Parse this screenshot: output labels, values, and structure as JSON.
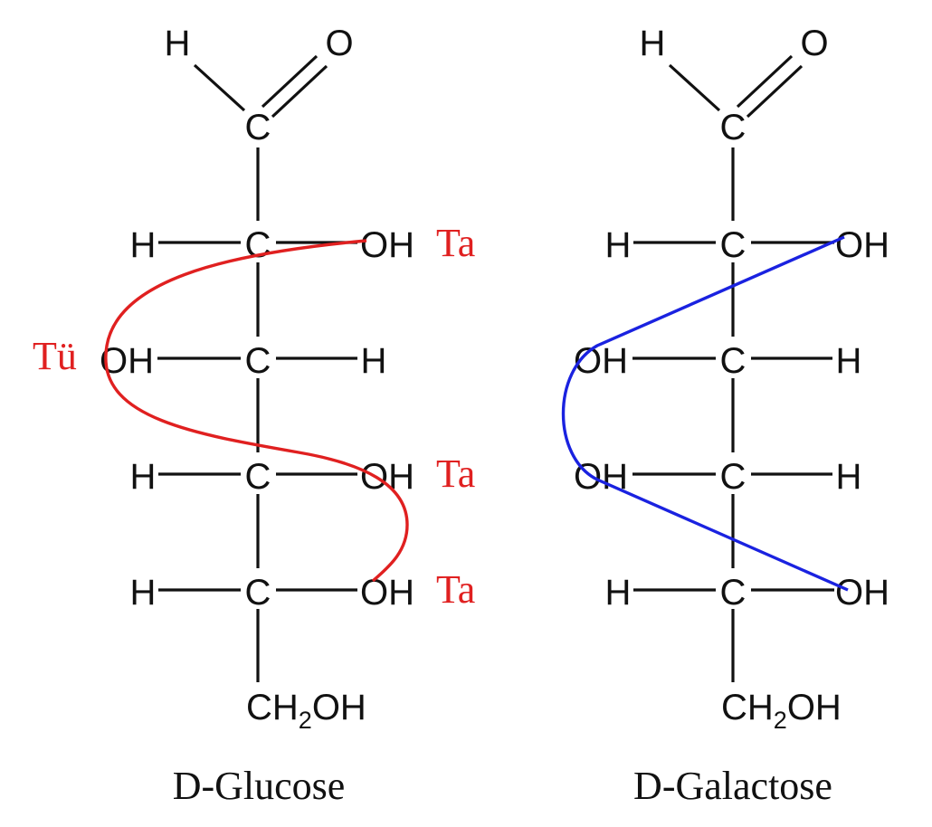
{
  "colors": {
    "ink": "#111111",
    "glucose_curve": "#e02020",
    "galactose_curve": "#1a22e0",
    "annotation": "#e02020"
  },
  "atoms": {
    "H": "H",
    "O": "O",
    "C": "C",
    "OH": "OH"
  },
  "terminal": {
    "prefix": "CH",
    "subscript": "2",
    "suffix": "OH"
  },
  "structures": [
    {
      "name": "D-Glucose",
      "rows": [
        {
          "left": "H",
          "right": "OH"
        },
        {
          "left": "OH",
          "right": "H"
        },
        {
          "left": "H",
          "right": "OH"
        },
        {
          "left": "H",
          "right": "OH"
        }
      ],
      "annotations": {
        "row1": "Ta",
        "row2": "Tü",
        "row3": "Ta",
        "row4": "Ta"
      }
    },
    {
      "name": "D-Galactose",
      "rows": [
        {
          "left": "H",
          "right": "OH"
        },
        {
          "left": "OH",
          "right": "H"
        },
        {
          "left": "OH",
          "right": "H"
        },
        {
          "left": "H",
          "right": "OH"
        }
      ]
    }
  ]
}
